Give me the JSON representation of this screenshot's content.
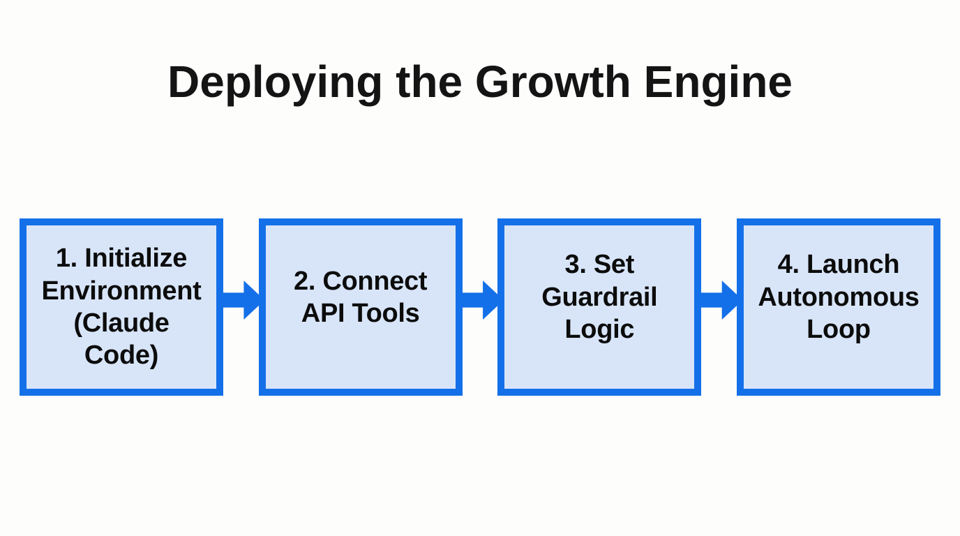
{
  "title": "Deploying the Growth Engine",
  "steps": [
    {
      "id": 1,
      "label": "1. Initialize\nEnvironment\n(Claude\nCode)"
    },
    {
      "id": 2,
      "label": "2. Connect\nAPI Tools"
    },
    {
      "id": 3,
      "label": "3. Set\nGuardrail\nLogic"
    },
    {
      "id": 4,
      "label": "4. Launch\nAutonomous\nLoop"
    }
  ],
  "connectors": [
    {
      "type": "arrow-right",
      "from": 1,
      "to": 2
    },
    {
      "type": "arrow-right",
      "from": 2,
      "to": 3
    },
    {
      "type": "arrow-right",
      "from": 3,
      "to": 4
    }
  ],
  "colors": {
    "background": "#fdfdfc",
    "title_text": "#141414",
    "box_fill": "#d8e5f9",
    "box_border": "#1470e8",
    "box_text": "#0c0c0c",
    "arrow": "#1470e8"
  }
}
